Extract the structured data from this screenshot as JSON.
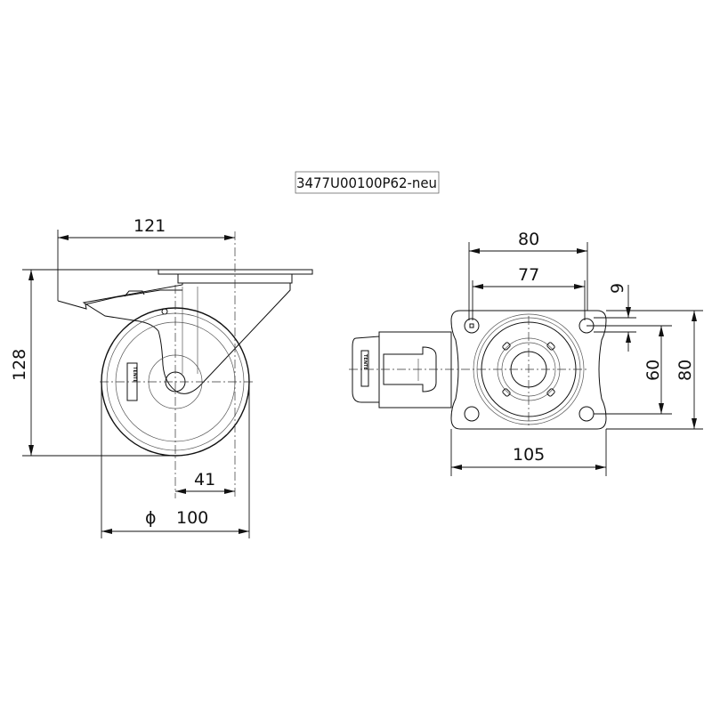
{
  "drawing_code": "3477U00100P62-neu",
  "brand_text": "TENTE",
  "side_view": {
    "dims": {
      "overall_width": "121",
      "height": "128",
      "offset": "41",
      "diameter_symbol": "ϕ",
      "wheel_diameter": "100"
    }
  },
  "top_view": {
    "dims": {
      "plate_width": "80",
      "hole_spacing_x": "77",
      "hole_diameter": "9",
      "hole_spacing_y": "60",
      "plate_length": "80",
      "overall_length": "105"
    }
  }
}
